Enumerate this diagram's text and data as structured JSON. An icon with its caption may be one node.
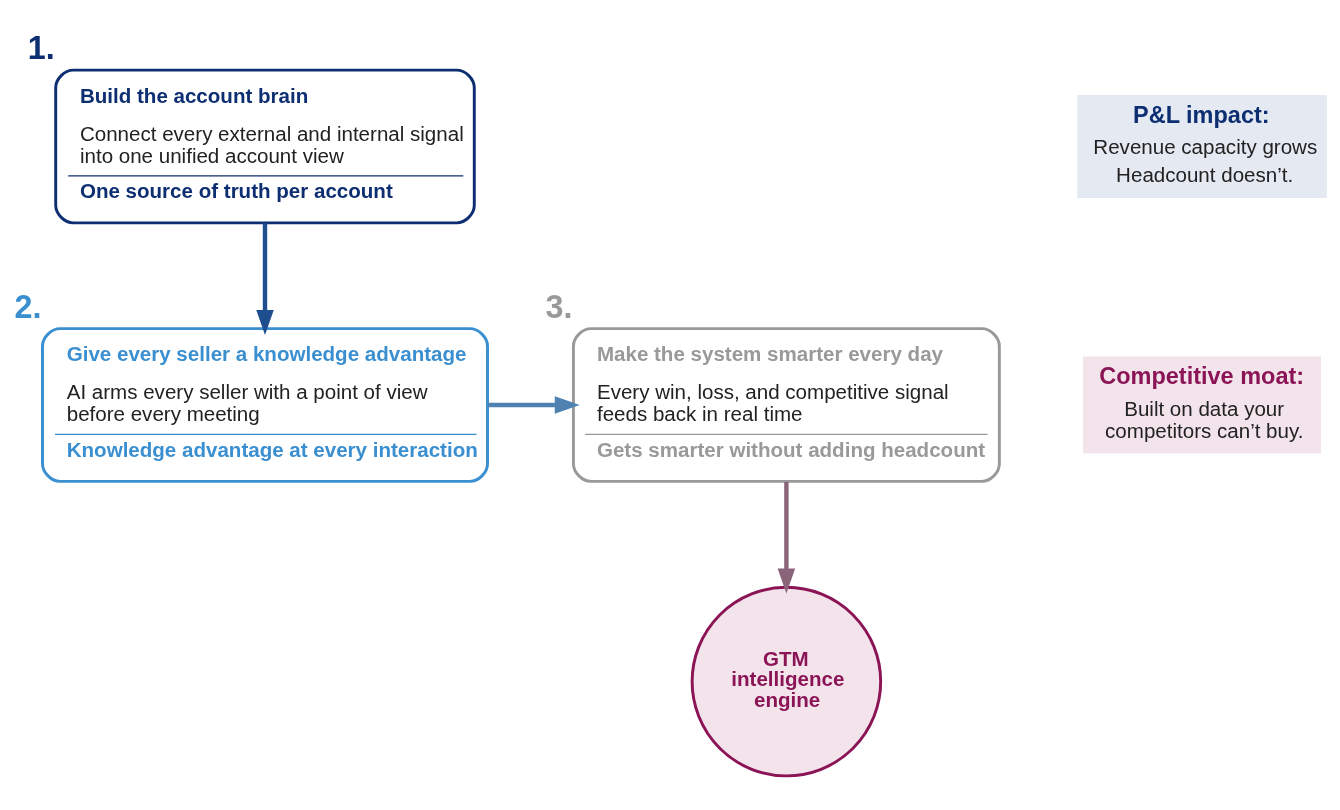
{
  "diagram": {
    "nodes": [
      {
        "text": [
          "Build the account brain",
          "Connect every external and internal signal into one unified account view",
          "One source of truth per account"
        ],
        "beside": [
          "1."
        ]
      },
      {
        "text": [
          "GTM intelligence engine"
        ]
      },
      {
        "text": [
          "Give every seller a knowledge advantage",
          "AI arms every seller with a point of view before every meeting",
          "Knowledge advantage at every interaction"
        ],
        "beside": [
          "2."
        ]
      },
      {
        "text": [
          "Make the system smarter every day",
          "Every win, loss, and competitive signal feeds back in real time",
          "Gets smarter without adding headcount"
        ],
        "beside": [
          "3."
        ]
      },
      {
        "text": [
          "P&L impact:",
          "Revenue capacity grows",
          "Headcount doesn’t."
        ]
      },
      {
        "text": [
          "Competitive moat:",
          "Built on data your competitors can’t buy."
        ]
      }
    ],
    "edges": [
      {
        "from": 0,
        "to": 2,
        "arrow": "to",
        "color": "#1f4e8f"
      },
      {
        "from": 2,
        "to": 3,
        "arrow": "to",
        "color": "#4f82b0"
      },
      {
        "from": 3,
        "to": 1,
        "arrow": "to",
        "color": "#8a6478"
      }
    ]
  }
}
